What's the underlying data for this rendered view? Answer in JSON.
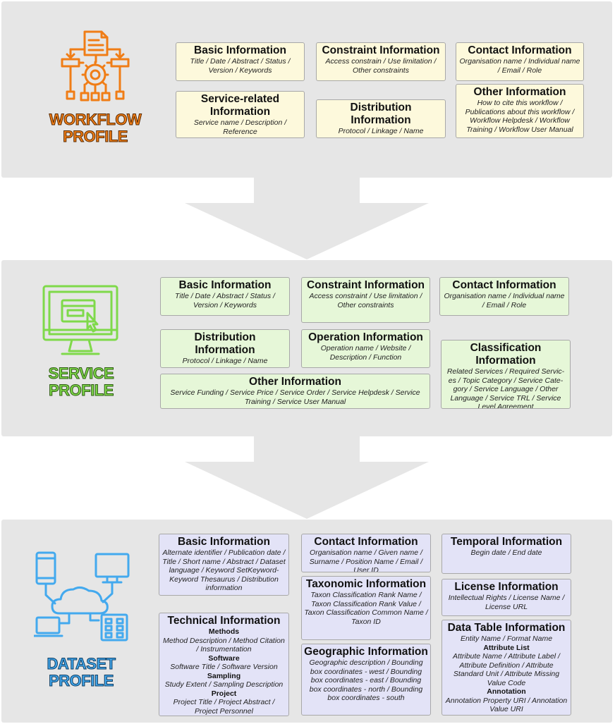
{
  "colors": {
    "workflow": "#f07d16",
    "service": "#7fd94a",
    "dataset": "#43a9ee"
  },
  "workflow": {
    "label_line1": "WORKFLOW",
    "label_line2": "PROFILE",
    "icon": "workflow-icon",
    "basic": {
      "title": "Basic Information",
      "content": "Title / Date / Abstract / Status / Version / Keywords"
    },
    "constraint": {
      "title": "Constraint Information",
      "content": "Access constrain / Use limitation / Other constraints"
    },
    "contact": {
      "title": "Contact Information",
      "content": "Organisation name / Individual name / Email / Role"
    },
    "service_related": {
      "title": "Service-related Information",
      "content": "Service name / Description / Reference"
    },
    "distribution": {
      "title": "Distribution Information",
      "content": "Protocol / Linkage / Name"
    },
    "other": {
      "title": "Other Information",
      "content": "How to cite this workflow / Publications about this workflow / Workflow Helpdesk / Workflow Training / Workflow User Manual"
    }
  },
  "service": {
    "label_line1": "SERVICE",
    "label_line2": "PROFILE",
    "icon": "computer-monitor-icon",
    "basic": {
      "title": "Basic Information",
      "content": "Title / Date / Abstract / Status / Version / Keywords"
    },
    "constraint": {
      "title": "Constraint Information",
      "content": "Access constraint / Use limitation / Other constraints"
    },
    "contact": {
      "title": "Contact Information",
      "content": "Organisation name / Individual name / Email / Role"
    },
    "distribution": {
      "title": "Distribution Information",
      "content": "Protocol / Linkage / Name"
    },
    "operation": {
      "title": "Operation Information",
      "content": "Operation name / Website / Description / Function"
    },
    "classification": {
      "title": "Classification Information",
      "content": "Related Services / Required Servic- es / Topic Category / Service Cate- gory / Service Language / Other Language / Service TRL / Service Level Agreement"
    },
    "other": {
      "title": "Other Information",
      "content": "Service Funding / Service Price / Service Order / Service Helpdesk / Service Training / Service User Manual"
    }
  },
  "dataset": {
    "label_line1": "DATASET",
    "label_line2": "PROFILE",
    "icon": "cloud-network-icon",
    "basic": {
      "title": "Basic Information",
      "content": "Alternate identifier / Publication date / Title / Short name / Abstract / Dataset language / Keyword SetKeyword-Keyword Thesaurus / Distribution information"
    },
    "technical": {
      "title": "Technical Information",
      "methods_label": "Methods",
      "methods_content": "Method Description / Method Citation / Instrumentation",
      "software_label": "Software",
      "software_content": "Software Title / Software Version",
      "sampling_label": "Sampling",
      "sampling_content": "Study Extent / Sampling Description",
      "project_label": "Project",
      "project_content": "Project Title / Project Abstract / Project Personnel"
    },
    "contact": {
      "title": "Contact Information",
      "content": "Organisation name / Given name / Surname / Position Name / Email / User ID"
    },
    "taxonomic": {
      "title": "Taxonomic Information",
      "content": "Taxon Classification Rank Name / Taxon Classification Rank Value / Taxon Classification Common Name / Taxon ID"
    },
    "geographic": {
      "title": "Geographic Information",
      "content": "Geographic description / Bounding box coordinates - west / Bounding box coordinates - east / Bounding box coordinates - north / Bounding box coordinates - south"
    },
    "temporal": {
      "title": "Temporal Information",
      "content": "Begin date / End date"
    },
    "license": {
      "title": "License Information",
      "content": "Intellectual Rights / License Name / License URL"
    },
    "datatable": {
      "title": "Data Table Information",
      "content1": "Entity Name / Format Name",
      "attribute_label": "Attribute List",
      "attribute_content": "Attribute Name / Attribute Label / Attribute Definition / Attribute Standard Unit / Attribute Missing Value Code",
      "annotation_label": "Annotation",
      "annotation_content": "Annotation Property URI / Annotation Value URI"
    }
  }
}
